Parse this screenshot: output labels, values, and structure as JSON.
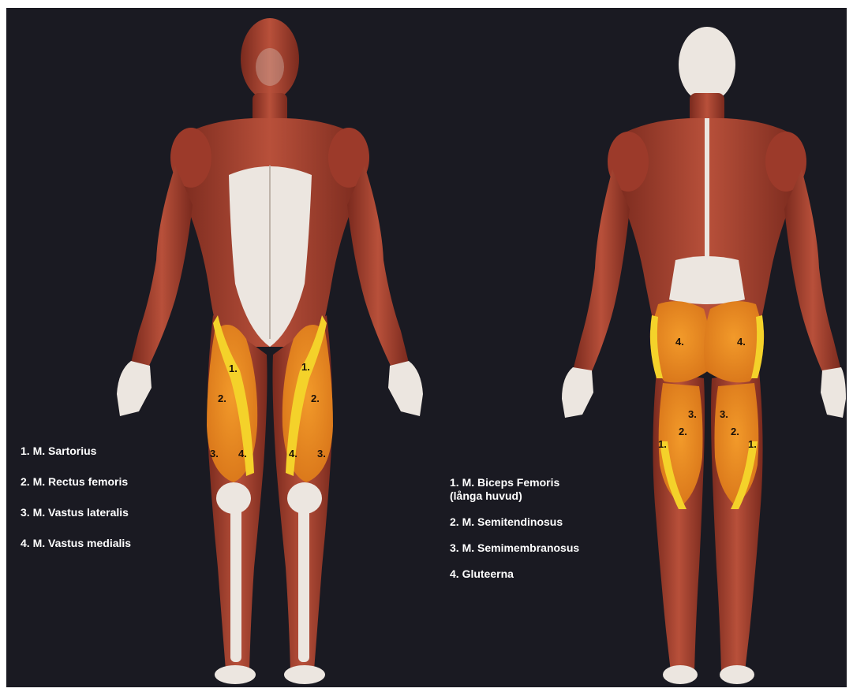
{
  "colors": {
    "background": "#1a1a22",
    "frame": "#ffffff",
    "muscle": "#a8402e",
    "muscle_dark": "#7a2a1e",
    "tendon": "#e8e2dc",
    "highlight_orange": "#ee8e1c",
    "highlight_yellow": "#f4d22a",
    "legend_text": "#ffffff"
  },
  "front_view": {
    "name": "anterior-muscle-figure",
    "highlight_labels": [
      "1.",
      "2.",
      "3.",
      "4.",
      "1.",
      "2.",
      "3.",
      "4."
    ],
    "legend": [
      "1.  M. Sartorius",
      "2. M. Rectus femoris",
      "3. M. Vastus lateralis",
      "4. M. Vastus medialis"
    ]
  },
  "back_view": {
    "name": "posterior-muscle-figure",
    "highlight_labels": [
      "4.",
      "4.",
      "1.",
      "2.",
      "3.",
      "3.",
      "2.",
      "1."
    ],
    "legend": [
      "1. M. Biceps Femoris",
      "(långa huvud)",
      "2. M. Semitendinosus",
      "3. M. Semimembranosus",
      "4. Gluteerna"
    ]
  }
}
